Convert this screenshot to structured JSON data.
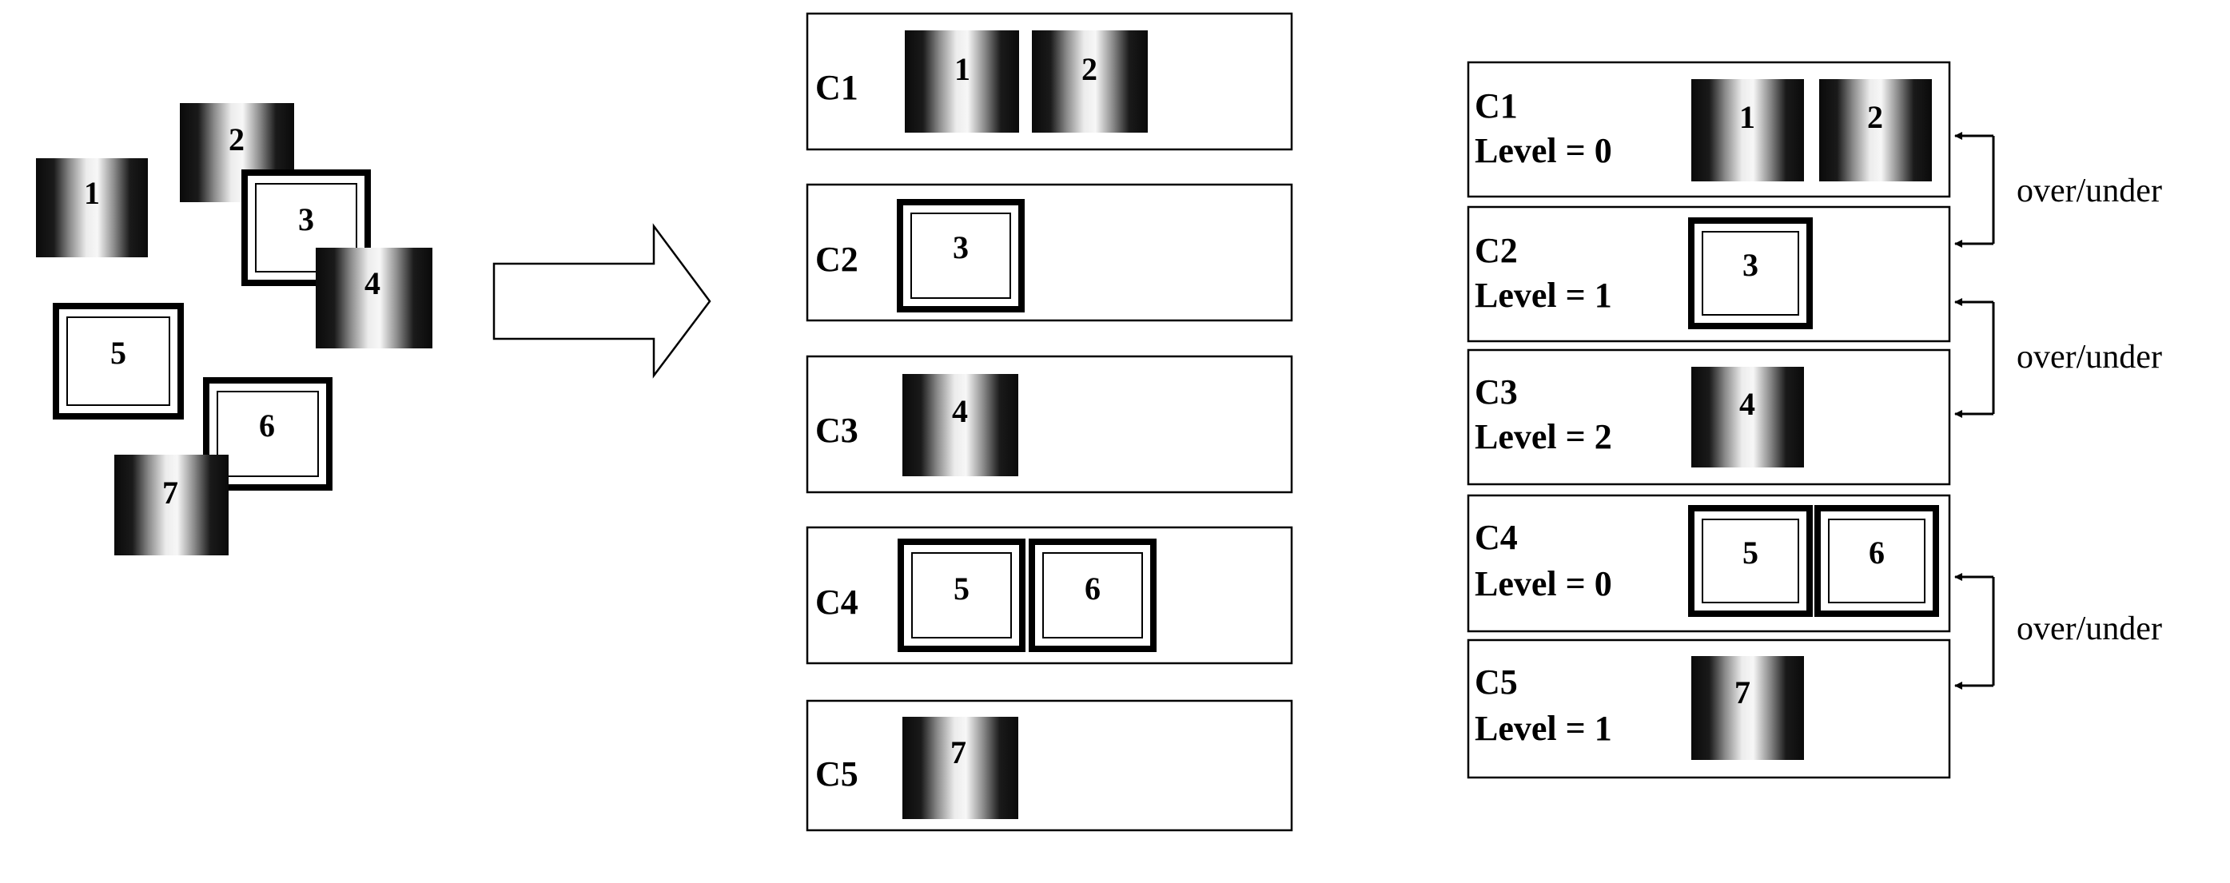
{
  "tiles": {
    "t1": "1",
    "t2": "2",
    "t3": "3",
    "t4": "4",
    "t5": "5",
    "t6": "6",
    "t7": "7"
  },
  "tile_styles": {
    "cylinder": "shaded-cylinder",
    "frame": "double-border-frame"
  },
  "middle_clusters": [
    {
      "label": "C1",
      "tiles": [
        "1",
        "2"
      ]
    },
    {
      "label": "C2",
      "tiles": [
        "3"
      ]
    },
    {
      "label": "C3",
      "tiles": [
        "4"
      ]
    },
    {
      "label": "C4",
      "tiles": [
        "5",
        "6"
      ]
    },
    {
      "label": "C5",
      "tiles": [
        "7"
      ]
    }
  ],
  "right_clusters": [
    {
      "label": "C1",
      "level": "Level = 0",
      "tiles": [
        "1",
        "2"
      ]
    },
    {
      "label": "C2",
      "level": "Level = 1",
      "tiles": [
        "3"
      ]
    },
    {
      "label": "C3",
      "level": "Level = 2",
      "tiles": [
        "4"
      ]
    },
    {
      "label": "C4",
      "level": "Level = 0",
      "tiles": [
        "5",
        "6"
      ]
    },
    {
      "label": "C5",
      "level": "Level = 1",
      "tiles": [
        "7"
      ]
    }
  ],
  "relations": [
    "over/under",
    "over/under",
    "over/under"
  ],
  "arrow_icon": "right-block-arrow-icon",
  "colors": {
    "stroke": "#000000",
    "background": "#ffffff"
  }
}
